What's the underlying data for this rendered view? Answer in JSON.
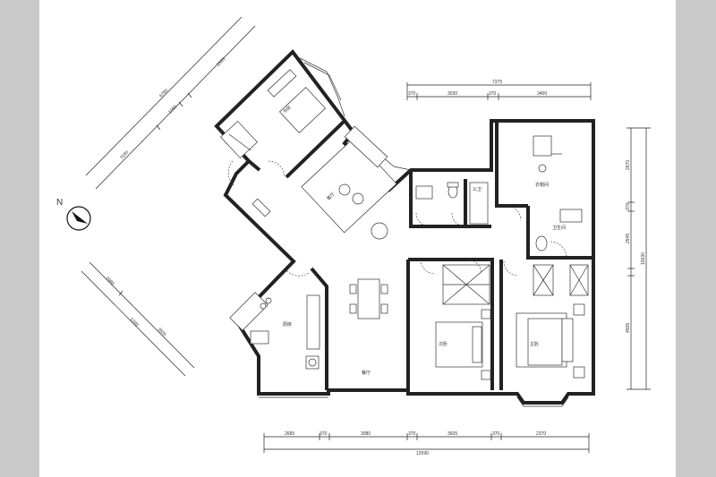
{
  "north": {
    "label": "N"
  },
  "dimensions": {
    "left_top": {
      "total": "6780",
      "segments": [
        "3180",
        "1065",
        "2535"
      ]
    },
    "left_bottom": {
      "total": "5290",
      "segments": [
        "2080",
        "3835"
      ]
    },
    "top_right": {
      "total": "7375",
      "segments": [
        "3030",
        "3400"
      ],
      "ends": [
        "370",
        "370"
      ]
    },
    "right_side": {
      "total": "10030",
      "segments": [
        "2670",
        "370",
        "2545",
        "4505"
      ]
    },
    "bottom": {
      "total": "12590",
      "segments": [
        "2685",
        "370",
        "3080",
        "370",
        "3605",
        "370",
        "2370"
      ]
    }
  },
  "rooms": {
    "study": "书房",
    "living": "客厅",
    "kitchen": "厨房",
    "dining": "餐厅",
    "bedroom_second": "次卧",
    "bedroom_master": "主卧",
    "cloakroom": "衣帽间",
    "bath_master": "卫生间",
    "bath_public": "公卫"
  }
}
